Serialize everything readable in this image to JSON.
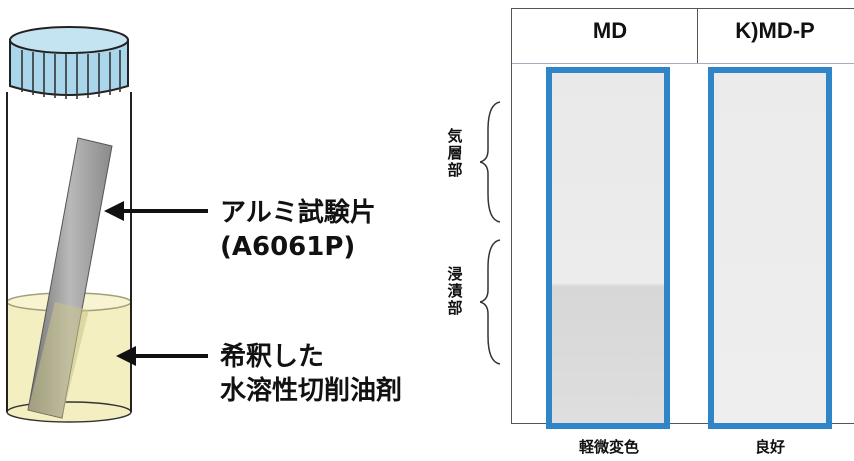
{
  "callouts": {
    "strip_line1": "アルミ試験片",
    "strip_line2": "(A6061P)",
    "fluid_line1": "希釈した",
    "fluid_line2": "水溶性切削油剤"
  },
  "table": {
    "columns": [
      {
        "header": "MD",
        "result": "軽微変色"
      },
      {
        "header": "K)MD-P",
        "result": "良好"
      }
    ],
    "zones": {
      "vapor_label": [
        "気",
        "層",
        "部"
      ],
      "immersion_label": [
        "浸",
        "漬",
        "部"
      ]
    }
  },
  "colors": {
    "cap": "#a9d6ea",
    "fluid": "#f4efc0",
    "strip_frame": "#2f86c6"
  }
}
